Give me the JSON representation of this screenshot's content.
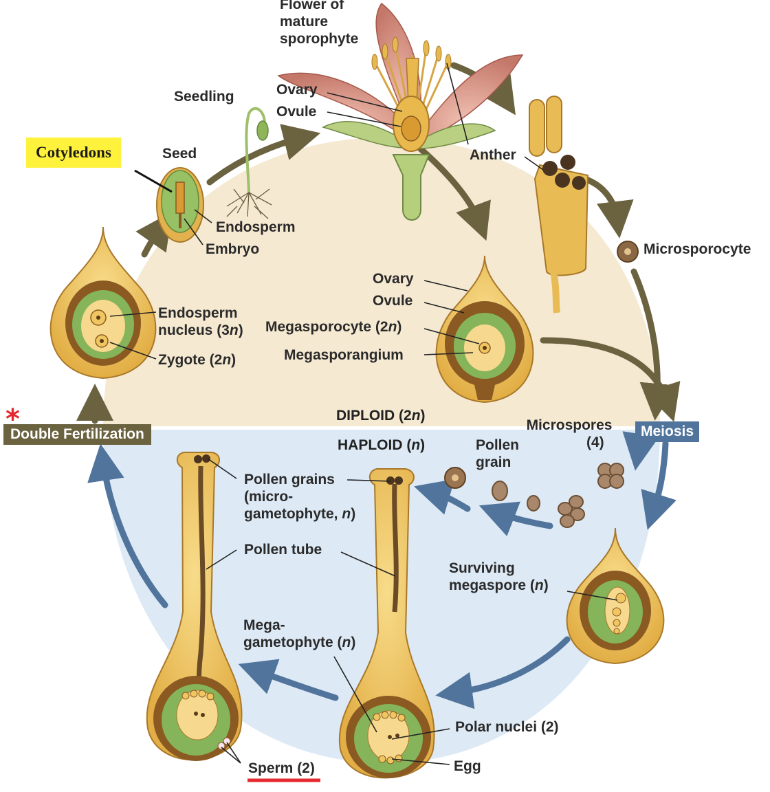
{
  "zones": {
    "diploid": {
      "text": "DIPLOID (2",
      "n": "n",
      "close": ")"
    },
    "haploid": {
      "text": "HAPLOID (",
      "n": "n",
      "close": ")"
    }
  },
  "tags": {
    "double_fertilization": "Double Fertilization",
    "meiosis": "Meiosis",
    "cotyledons": "Cotyledons",
    "asterisk": "*"
  },
  "labels": {
    "flower_line1": "Flower of",
    "flower_line2": "mature",
    "flower_line3": "sporophyte",
    "ovary_top": "Ovary",
    "ovule_top": "Ovule",
    "seedling": "Seedling",
    "seed": "Seed",
    "anther": "Anther",
    "endosperm": "Endosperm",
    "embryo": "Embryo",
    "microsporocyte": "Microsporocyte",
    "ovary_mid": "Ovary",
    "ovule_mid": "Ovule",
    "megasporocyte": {
      "text": "Megasporocyte (2",
      "n": "n",
      "close": ")"
    },
    "megasporangium": "Megasporangium",
    "endosperm_nucleus_1": "Endosperm",
    "endosperm_nucleus_2": {
      "text": "nucleus (3",
      "n": "n",
      "close": ")"
    },
    "zygote": {
      "text": "Zygote (2",
      "n": "n",
      "close": ")"
    },
    "microspores_1": "Microspores",
    "microspores_2": "(4)",
    "pollen_grain_1": "Pollen",
    "pollen_grain_2": "grain",
    "pollen_grains_1": "Pollen grains",
    "pollen_grains_2": "(micro-",
    "pollen_grains_3": {
      "text": "gametophyte, ",
      "n": "n",
      "close": ")"
    },
    "pollen_tube": "Pollen tube",
    "surviving_1": "Surviving",
    "surviving_2": {
      "text": "megaspore (",
      "n": "n",
      "close": ")"
    },
    "mega_1": "Mega-",
    "mega_2": {
      "text": "gametophyte (",
      "n": "n",
      "close": ")"
    },
    "polar_nuclei": "Polar nuclei (2)",
    "egg": "Egg",
    "sperm": "Sperm (2)"
  },
  "colors": {
    "diploid_bg": "#f5e9d2",
    "haploid_bg": "#dde9f5",
    "diploid_arrow": "#6b6240",
    "haploid_arrow": "#50749b",
    "ovule_yellow": "#f0c660",
    "ovule_brown": "#8a5a22",
    "green_tissue": "#86b45a",
    "highlight_yellow": "#fff23c",
    "sperm_underline": "#e4282e"
  }
}
